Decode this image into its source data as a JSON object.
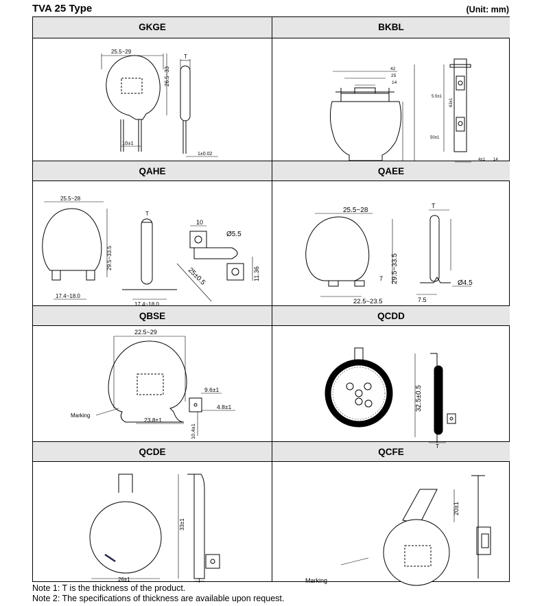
{
  "doc": {
    "title": "TVA 25 Type",
    "unit": "(Unit: mm)"
  },
  "cells": [
    {
      "name": "GKGE",
      "labels": {
        "w": "25.5~29",
        "h": "26.5~33",
        "t": "T",
        "pitch": "10±1",
        "lead": "1±0.02"
      }
    },
    {
      "name": "BKBL",
      "labels": {
        "w42": "42",
        "w25": "25",
        "w14": "14",
        "h5": "5.5±1",
        "h50": "50±1",
        "h63": "63±1",
        "s4": "4±1",
        "s14": "14"
      }
    },
    {
      "name": "QAHE",
      "labels": {
        "w": "25.5~28",
        "h": "29.5~33.5",
        "t": "T",
        "pitch": "17.4~18.0",
        "pitch2": "17.4~18.0",
        "tab": "10",
        "hole": "Ø5.5",
        "diag": "25±0.5",
        "h11": "11.36"
      }
    },
    {
      "name": "QAEE",
      "labels": {
        "w": "25.5~28",
        "h": "29.5~33.5",
        "t": "T",
        "pitch": "22.5~23.5",
        "seven": "7",
        "hole": "Ø4.5",
        "seven5": "7.5"
      }
    },
    {
      "name": "QBSE",
      "labels": {
        "w": "22.5~29",
        "marking": "Marking",
        "d96": "9.6±1",
        "d48": "4.8±1",
        "d238": "23.8±1",
        "d104": "10.4±1"
      }
    },
    {
      "name": "QCDD",
      "labels": {
        "h": "32.5±0.5",
        "t": "T"
      }
    },
    {
      "name": "QCDE",
      "labels": {
        "h": "33±1",
        "w": "26±1",
        "t": "T"
      }
    },
    {
      "name": "QCFE",
      "labels": {
        "h": "20±1",
        "marking": "Marking"
      }
    }
  ],
  "notes": [
    "Note 1: T is the thickness of the product.",
    "Note 2: The specifications of thickness are available upon request."
  ]
}
